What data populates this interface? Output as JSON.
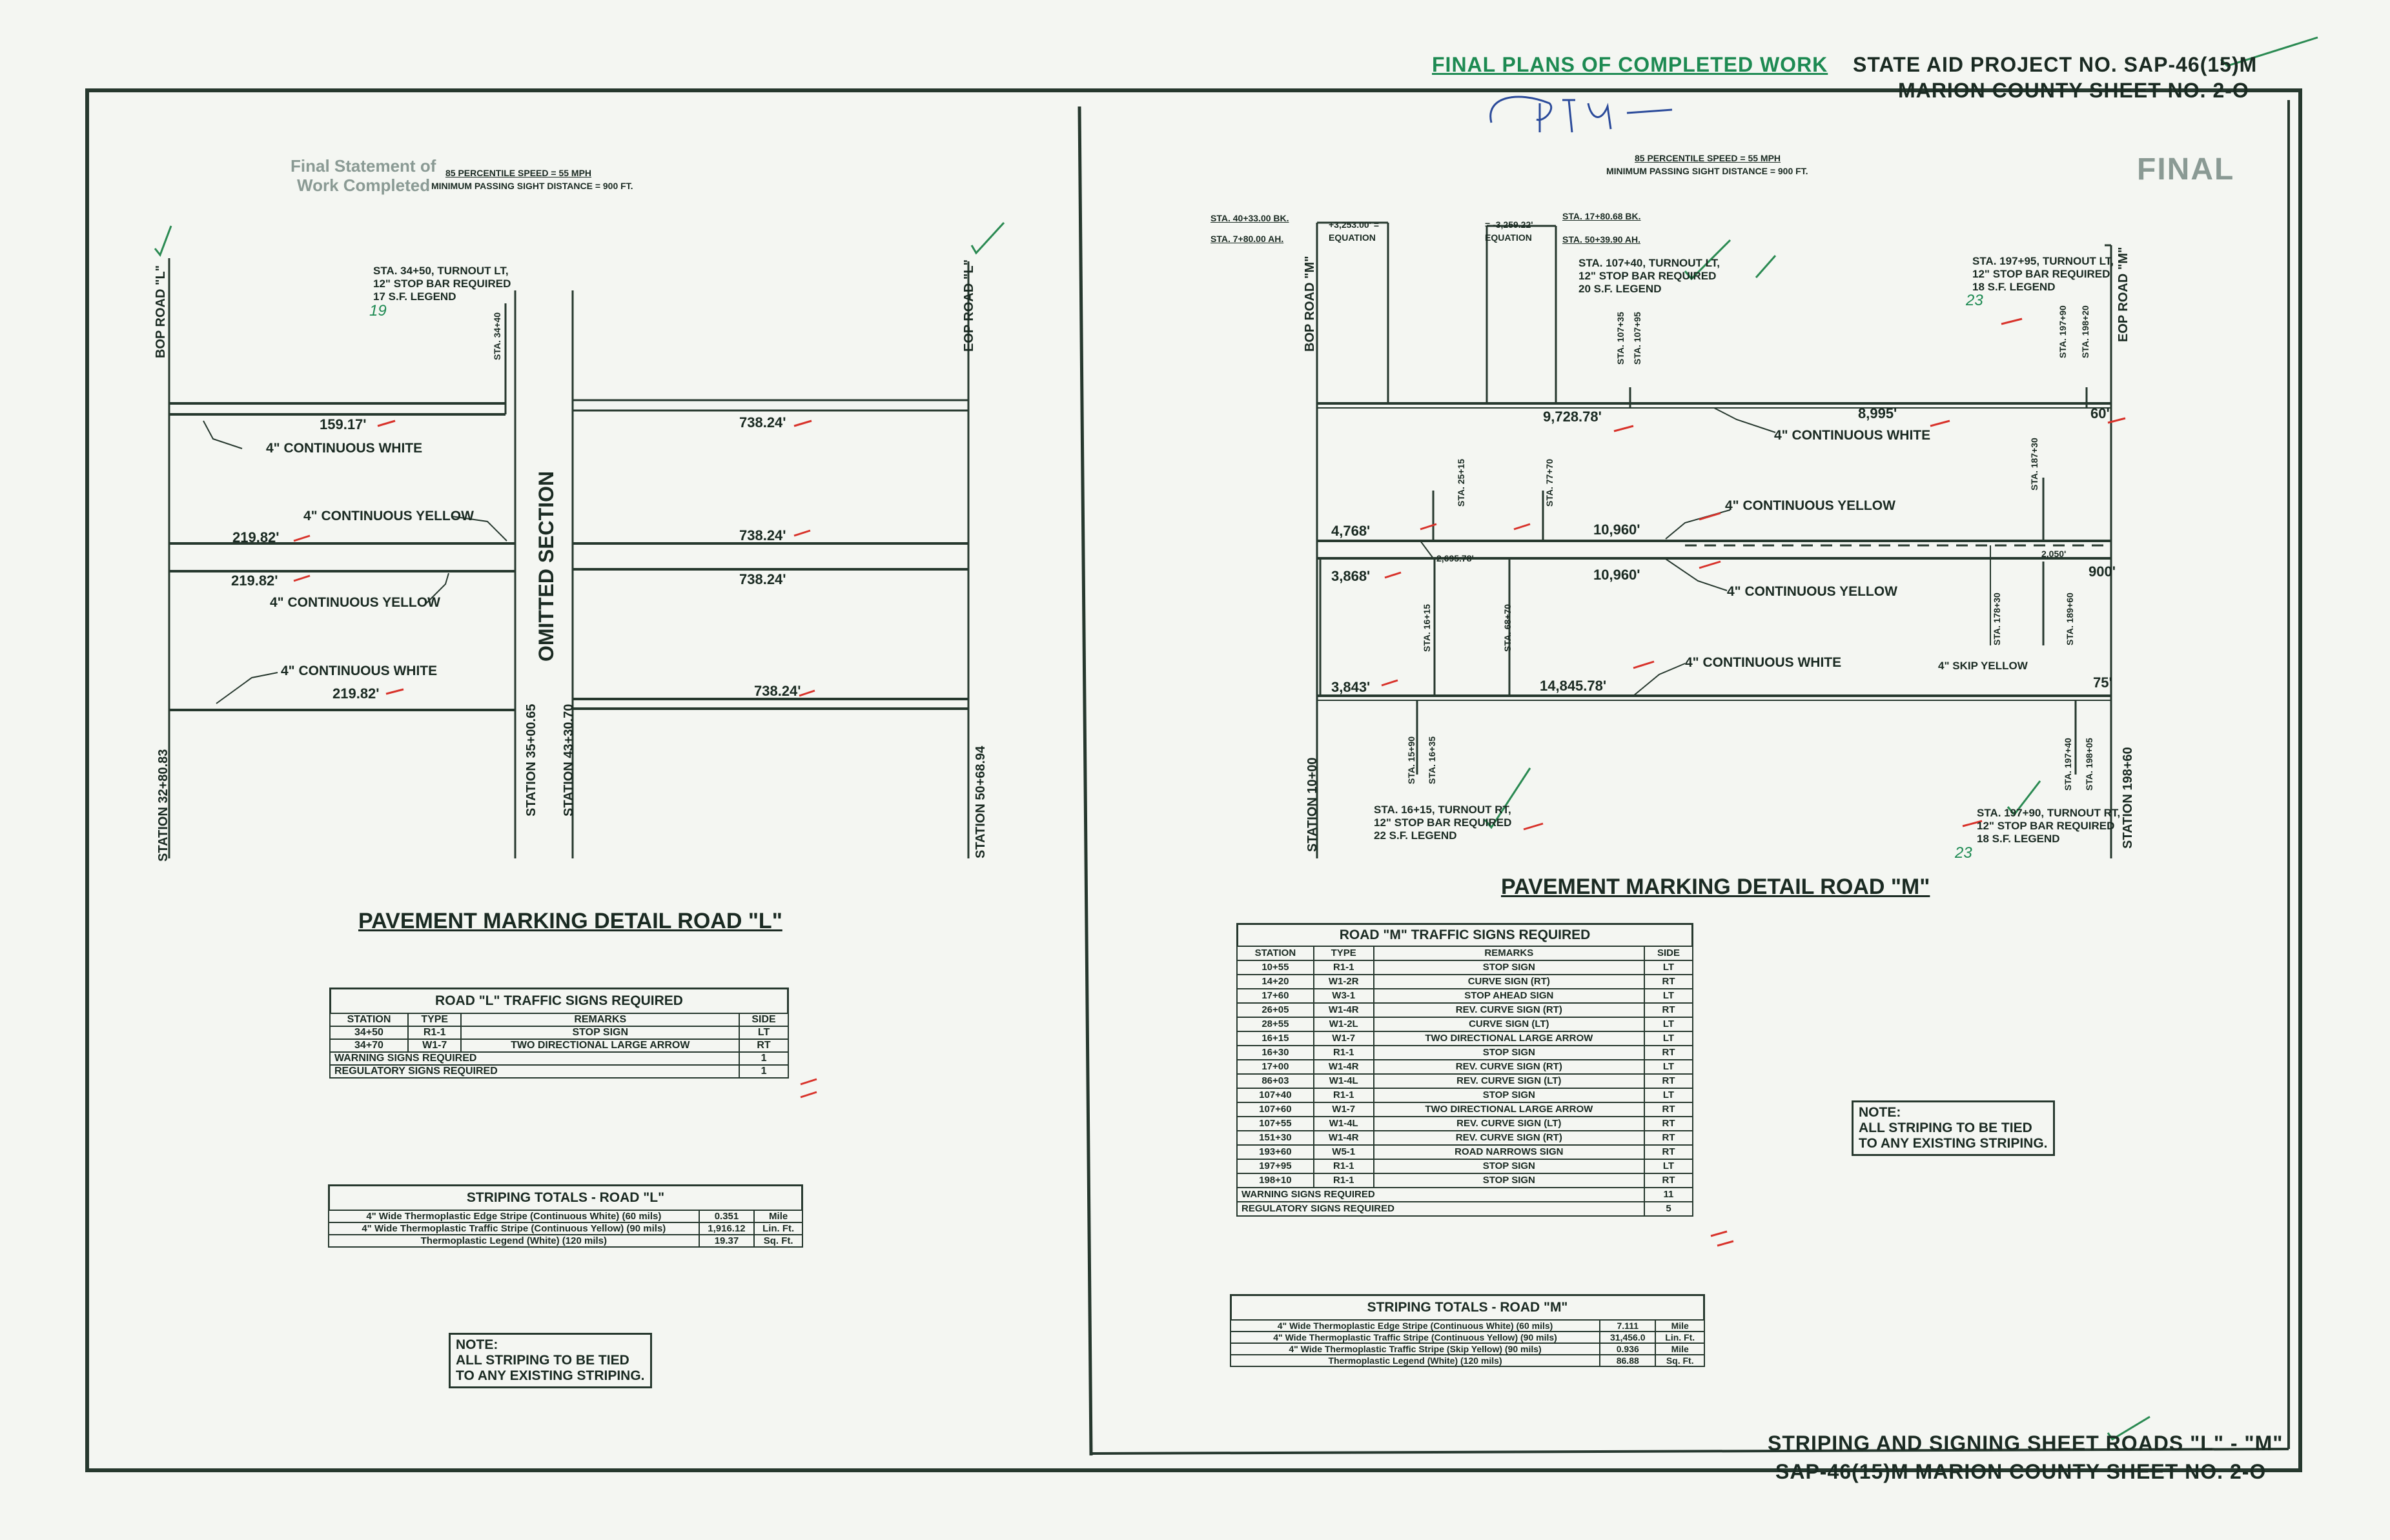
{
  "header": {
    "final_plans": "FINAL PLANS OF COMPLETED WORK",
    "project_no": "STATE AID PROJECT NO. SAP-46(15)M",
    "county_sheet": "MARION COUNTY SHEET NO. 2-O",
    "final_stamp": "FINAL"
  },
  "footer": {
    "sheet_title": "STRIPING AND SIGNING SHEET ROADS \"L\" - \"M\"",
    "project_sheet": "SAP-46(15)M MARION COUNTY SHEET NO. 2-O"
  },
  "road_l": {
    "final_statement": [
      "Final Statement of",
      "Work Completed"
    ],
    "speed_note": "85 PERCENTILE SPEED = 55 MPH",
    "sight_note": "MINIMUM PASSING SIGHT DISTANCE = 900 FT.",
    "bop_label": "BOP ROAD \"L\"",
    "eop_label": "EOP ROAD \"L\"",
    "turnout_note": [
      "STA. 34+50, TURNOUT LT,",
      "12\" STOP BAR REQUIRED",
      "17 S.F. LEGEND"
    ],
    "turnout_handwritten": "19",
    "sta_34_40": "STA. 34+40",
    "omitted_section": "OMITTED SECTION",
    "dims": {
      "d1": "159.17'",
      "d2": "738.24'",
      "d3": "219.82'",
      "d4": "738.24'",
      "d5": "219.82'",
      "d6": "738.24'",
      "d7": "219.82'",
      "d8": "738.24'"
    },
    "labels": {
      "white1": "4\" CONTINUOUS WHITE",
      "yellow1": "4\" CONTINUOUS YELLOW",
      "yellow2": "4\" CONTINUOUS YELLOW",
      "white2": "4\" CONTINUOUS WHITE"
    },
    "stations": {
      "s1": "STATION 32+80.83",
      "s2": "STATION 35+00.65",
      "s3": "STATION 43+30.70",
      "s4": "STATION 50+68.94"
    },
    "title": "PAVEMENT MARKING DETAIL ROAD \"L\"",
    "signs_table": {
      "caption": "ROAD \"L\" TRAFFIC SIGNS REQUIRED",
      "headers": [
        "STATION",
        "TYPE",
        "REMARKS",
        "SIDE"
      ],
      "rows": [
        [
          "34+50",
          "R1-1",
          "STOP SIGN",
          "LT"
        ],
        [
          "34+70",
          "W1-7",
          "TWO DIRECTIONAL LARGE ARROW",
          "RT"
        ]
      ],
      "totals": [
        [
          "WARNING SIGNS REQUIRED",
          "1"
        ],
        [
          "REGULATORY SIGNS REQUIRED",
          "1"
        ]
      ]
    },
    "striping_table": {
      "caption": "STRIPING TOTALS - ROAD \"L\"",
      "rows": [
        [
          "4\" Wide Thermoplastic Edge Stripe (Continuous White) (60 mils)",
          "0.351",
          "Mile"
        ],
        [
          "4\" Wide Thermoplastic Traffic Stripe (Continuous Yellow) (90 mils)",
          "1,916.12",
          "Lin. Ft."
        ],
        [
          "Thermoplastic Legend (White) (120 mils)",
          "19.37",
          "Sq. Ft."
        ]
      ]
    },
    "note": [
      "NOTE:",
      "ALL STRIPING TO BE TIED",
      "TO ANY EXISTING STRIPING."
    ]
  },
  "road_m": {
    "speed_note": "85 PERCENTILE SPEED = 55 MPH",
    "sight_note": "MINIMUM PASSING SIGHT DISTANCE = 900 FT.",
    "eq1": [
      "STA. 40+33.00 BK.",
      "STA. 7+80.00 AH."
    ],
    "eq1_val": [
      "+3,253.00' =",
      "EQUATION"
    ],
    "eq2": [
      "STA. 17+80.68 BK.",
      "STA. 50+39.90 AH."
    ],
    "eq2_val": [
      "= -3,259.22'",
      "EQUATION"
    ],
    "bop_label": "BOP ROAD \"M\"",
    "eop_label": "EOP ROAD \"M\"",
    "turnout_107": [
      "STA. 107+40, TURNOUT LT,",
      "12\" STOP BAR REQUIRED",
      "20 S.F. LEGEND"
    ],
    "turnout_197_top": [
      "STA. 197+95, TURNOUT LT,",
      "12\" STOP BAR REQUIRED",
      "18 S.F. LEGEND"
    ],
    "turnout_197_top_hw": "23",
    "turnout_16": [
      "STA. 16+15, TURNOUT RT,",
      "12\" STOP BAR REQUIRED",
      "22 S.F. LEGEND"
    ],
    "turnout_197_bot": [
      "STA. 197+90, TURNOUT RT,",
      "12\" STOP BAR REQUIRED",
      "18 S.F. LEGEND"
    ],
    "turnout_197_bot_hw": "23",
    "vstations": {
      "v1": "STA. 107+35",
      "v2": "STA. 107+95",
      "v3": "STA. 197+90",
      "v4": "STA. 198+20",
      "v5": "STA. 25+15",
      "v6": "STA. 77+70",
      "v7": "STA. 187+30",
      "v8": "STA. 16+15",
      "v9": "STA. 68+70",
      "v10": "STA. 178+30",
      "v11": "STA. 189+60",
      "v12": "STA. 15+90",
      "v13": "STA. 16+35",
      "v14": "STA. 197+40",
      "v15": "STA. 198+05"
    },
    "dims": {
      "d9728": "9,728.78'",
      "d8995": "8,995'",
      "d60": "60'",
      "d4768": "4,768'",
      "d10960a": "10,960'",
      "d3868": "3,868'",
      "d2695": "2,695.78'",
      "d10960b": "10,960'",
      "d2050": "2,050'",
      "d900": "900'",
      "d3843": "3,843'",
      "d14845": "14,845.78'",
      "d75": "75'"
    },
    "labels": {
      "white1": "4\" CONTINUOUS WHITE",
      "yellow1": "4\" CONTINUOUS YELLOW",
      "yellow2": "4\" CONTINUOUS YELLOW",
      "white2": "4\" CONTINUOUS WHITE",
      "skip": "4\" SKIP YELLOW"
    },
    "stations": {
      "s1": "STATION 10+00",
      "s2": "STATION 198+60"
    },
    "title": "PAVEMENT MARKING DETAIL ROAD \"M\"",
    "signs_table": {
      "caption": "ROAD \"M\" TRAFFIC SIGNS REQUIRED",
      "headers": [
        "STATION",
        "TYPE",
        "REMARKS",
        "SIDE"
      ],
      "rows": [
        [
          "10+55",
          "R1-1",
          "STOP SIGN",
          "LT"
        ],
        [
          "14+20",
          "W1-2R",
          "CURVE SIGN (RT)",
          "RT"
        ],
        [
          "17+60",
          "W3-1",
          "STOP AHEAD SIGN",
          "LT"
        ],
        [
          "26+05",
          "W1-4R",
          "REV. CURVE SIGN (RT)",
          "RT"
        ],
        [
          "28+55",
          "W1-2L",
          "CURVE SIGN (LT)",
          "LT"
        ],
        [
          "16+15",
          "W1-7",
          "TWO DIRECTIONAL LARGE ARROW",
          "LT"
        ],
        [
          "16+30",
          "R1-1",
          "STOP SIGN",
          "RT"
        ],
        [
          "17+00",
          "W1-4R",
          "REV. CURVE SIGN (RT)",
          "LT"
        ],
        [
          "86+03",
          "W1-4L",
          "REV. CURVE SIGN (LT)",
          "RT"
        ],
        [
          "107+40",
          "R1-1",
          "STOP SIGN",
          "LT"
        ],
        [
          "107+60",
          "W1-7",
          "TWO DIRECTIONAL LARGE ARROW",
          "RT"
        ],
        [
          "107+55",
          "W1-4L",
          "REV. CURVE SIGN (LT)",
          "RT"
        ],
        [
          "151+30",
          "W1-4R",
          "REV. CURVE SIGN (RT)",
          "RT"
        ],
        [
          "193+60",
          "W5-1",
          "ROAD NARROWS SIGN",
          "RT"
        ],
        [
          "197+95",
          "R1-1",
          "STOP SIGN",
          "LT"
        ],
        [
          "198+10",
          "R1-1",
          "STOP SIGN",
          "RT"
        ]
      ],
      "totals": [
        [
          "WARNING SIGNS REQUIRED",
          "11"
        ],
        [
          "REGULATORY SIGNS REQUIRED",
          "5"
        ]
      ]
    },
    "striping_table": {
      "caption": "STRIPING TOTALS - ROAD \"M\"",
      "rows": [
        [
          "4\" Wide Thermoplastic Edge Stripe (Continuous White) (60 mils)",
          "7.111",
          "Mile"
        ],
        [
          "4\" Wide Thermoplastic Traffic Stripe (Continuous Yellow) (90 mils)",
          "31,456.0",
          "Lin. Ft."
        ],
        [
          "4\" Wide Thermoplastic Traffic Stripe (Skip Yellow) (90 mils)",
          "0.936",
          "Mile"
        ],
        [
          "Thermoplastic Legend (White) (120 mils)",
          "86.88",
          "Sq. Ft."
        ]
      ]
    },
    "note": [
      "NOTE:",
      "ALL STRIPING TO BE TIED",
      "TO ANY EXISTING STRIPING."
    ]
  }
}
